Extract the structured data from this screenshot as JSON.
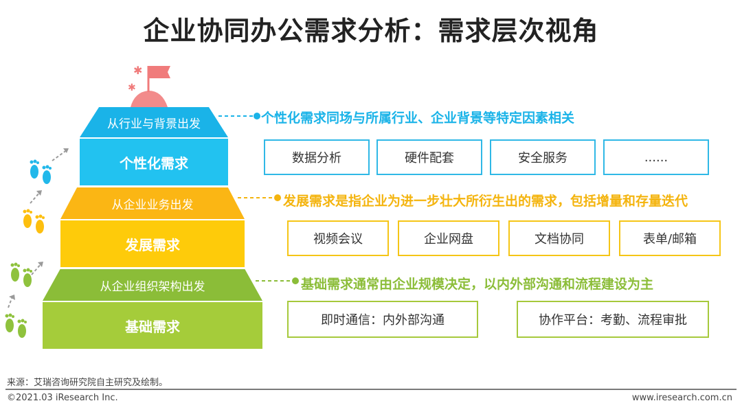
{
  "title": "企业协同办公需求分析：需求层次视角",
  "pyramid": {
    "tiers": [
      {
        "cap": "从行业与背景出发",
        "name": "个性化需求",
        "description": "个性化需求同场与所属行业、企业背景等特定因素相关",
        "color": "#22c2f0",
        "items": [
          "数据分析",
          "硬件配套",
          "安全服务",
          "......"
        ]
      },
      {
        "cap": "从企业业务出发",
        "name": "发展需求",
        "description": "发展需求是指企业为进一步壮大所衍生出的需求，包括增量和存量迭代",
        "color": "#fecb0a",
        "items": [
          "视频会议",
          "企业网盘",
          "文档协同",
          "表单/邮箱"
        ]
      },
      {
        "cap": "从企业组织架构出发",
        "name": "基础需求",
        "description": "基础需求通常由企业规模决定，以内外部沟通和流程建设为主",
        "color": "#a5cc3a",
        "items": [
          "即时通信：内外部沟通",
          "协作平台：考勤、流程审批"
        ]
      }
    ]
  },
  "footer": {
    "source": "来源：艾瑞咨询研究院自主研究及绘制。",
    "copyright": "©2021.03 iResearch Inc.",
    "website": "www.iresearch.com.cn"
  },
  "icons": {
    "summit": "flag-icon",
    "footprints": "footprints-icon",
    "arrows": "dashed-arrow-icon"
  }
}
